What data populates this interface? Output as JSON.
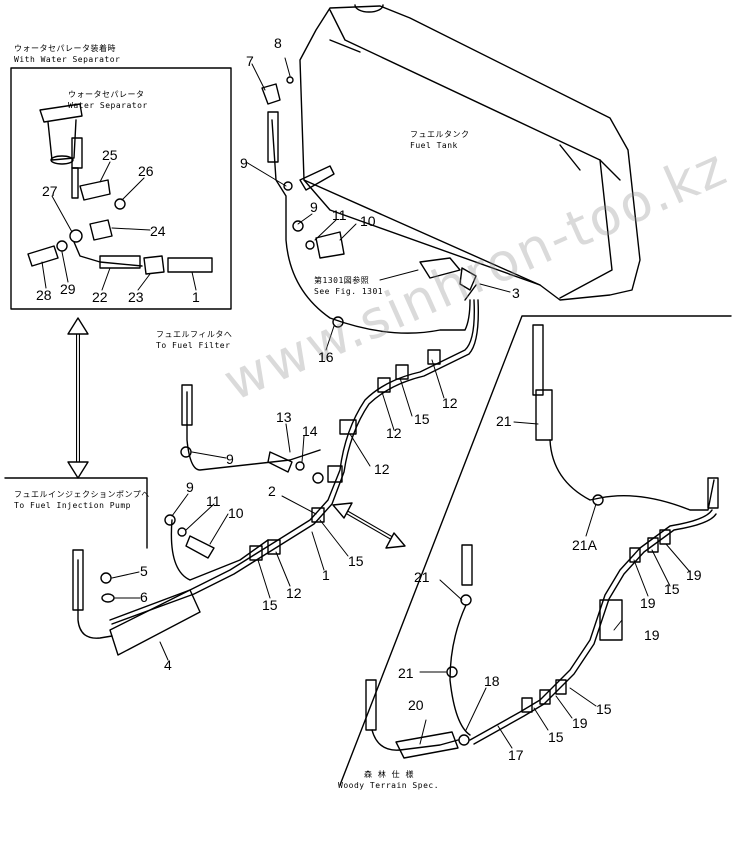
{
  "captions": {
    "with_sep_jp": "ウォータセパレータ装着時",
    "with_sep_en": "With  Water  Separator",
    "water_sep_jp": "ウォータセパレータ",
    "water_sep_en": "Water  Separator",
    "fuel_tank_jp": "フュエルタンク",
    "fuel_tank_en": "Fuel  Tank",
    "see_fig_jp": "第1301図参照",
    "see_fig_en": "See  Fig. 1301",
    "to_filter_jp": "フュエルフィルタへ",
    "to_filter_en": "To  Fuel  Filter",
    "to_pump_jp": "フュエルインジェクションポンプへ",
    "to_pump_en": "To  Fuel  Injection  Pump",
    "woody_jp": "森 林 仕 様",
    "woody_en": "Woody  Terrain  Spec."
  },
  "watermark": "www.sinhron-too.kz",
  "callouts": [
    {
      "id": "c8",
      "text": "8"
    },
    {
      "id": "c7",
      "text": "7"
    },
    {
      "id": "c9a",
      "text": "9"
    },
    {
      "id": "c9b",
      "text": "9"
    },
    {
      "id": "c11a",
      "text": "11"
    },
    {
      "id": "c10a",
      "text": "10"
    },
    {
      "id": "c3",
      "text": "3"
    },
    {
      "id": "c16",
      "text": "16"
    },
    {
      "id": "c12a",
      "text": "12"
    },
    {
      "id": "c15a",
      "text": "15"
    },
    {
      "id": "c12b",
      "text": "12"
    },
    {
      "id": "c12c",
      "text": "12"
    },
    {
      "id": "c13",
      "text": "13"
    },
    {
      "id": "c14",
      "text": "14"
    },
    {
      "id": "c9c",
      "text": "9"
    },
    {
      "id": "c9d",
      "text": "9"
    },
    {
      "id": "c11b",
      "text": "11"
    },
    {
      "id": "c10b",
      "text": "10"
    },
    {
      "id": "c2",
      "text": "2"
    },
    {
      "id": "c15b",
      "text": "15"
    },
    {
      "id": "c1a",
      "text": "1"
    },
    {
      "id": "c15c",
      "text": "15"
    },
    {
      "id": "c12d",
      "text": "12"
    },
    {
      "id": "c5",
      "text": "5"
    },
    {
      "id": "c6",
      "text": "6"
    },
    {
      "id": "c4",
      "text": "4"
    },
    {
      "id": "c25",
      "text": "25"
    },
    {
      "id": "c26",
      "text": "26"
    },
    {
      "id": "c27",
      "text": "27"
    },
    {
      "id": "c24",
      "text": "24"
    },
    {
      "id": "c28",
      "text": "28"
    },
    {
      "id": "c29",
      "text": "29"
    },
    {
      "id": "c22",
      "text": "22"
    },
    {
      "id": "c23",
      "text": "23"
    },
    {
      "id": "c1b",
      "text": "1"
    },
    {
      "id": "c21a",
      "text": "21"
    },
    {
      "id": "c21A",
      "text": "21A"
    },
    {
      "id": "c19a",
      "text": "19"
    },
    {
      "id": "c15d",
      "text": "15"
    },
    {
      "id": "c19b",
      "text": "19"
    },
    {
      "id": "c19c",
      "text": "19"
    },
    {
      "id": "c21b",
      "text": "21"
    },
    {
      "id": "c21c",
      "text": "21"
    },
    {
      "id": "c18",
      "text": "18"
    },
    {
      "id": "c20",
      "text": "20"
    },
    {
      "id": "c15e",
      "text": "15"
    },
    {
      "id": "c19d",
      "text": "19"
    },
    {
      "id": "c15f",
      "text": "15"
    },
    {
      "id": "c17",
      "text": "17"
    }
  ]
}
